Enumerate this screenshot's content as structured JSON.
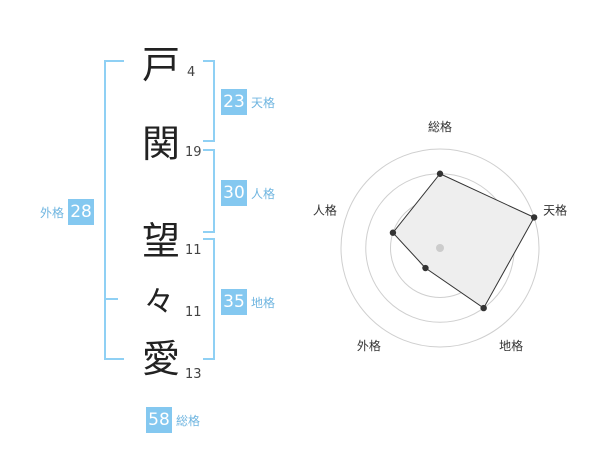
{
  "name": {
    "chars": [
      {
        "char": "戸",
        "strokes": "4"
      },
      {
        "char": "関",
        "strokes": "19"
      },
      {
        "char": "望",
        "strokes": "11"
      },
      {
        "char": "々",
        "strokes": "11"
      },
      {
        "char": "愛",
        "strokes": "13"
      }
    ]
  },
  "fortunes": {
    "tenkaku": {
      "value": "23",
      "label": "天格"
    },
    "jinkaku": {
      "value": "30",
      "label": "人格"
    },
    "chikaku": {
      "value": "35",
      "label": "地格"
    },
    "gaikaku": {
      "value": "28",
      "label": "外格"
    },
    "soukaku": {
      "value": "58",
      "label": "総格"
    }
  },
  "colors": {
    "accent": "#84c8f0",
    "bracket": "#8fd0f4",
    "accent_text": "#6fb5e0"
  },
  "chart_data": {
    "type": "radar",
    "axes": [
      "総格",
      "天格",
      "地格",
      "外格",
      "人格"
    ],
    "values": [
      0.75,
      1.0,
      0.75,
      0.25,
      0.5
    ],
    "rings": 4,
    "max": 1.0
  }
}
